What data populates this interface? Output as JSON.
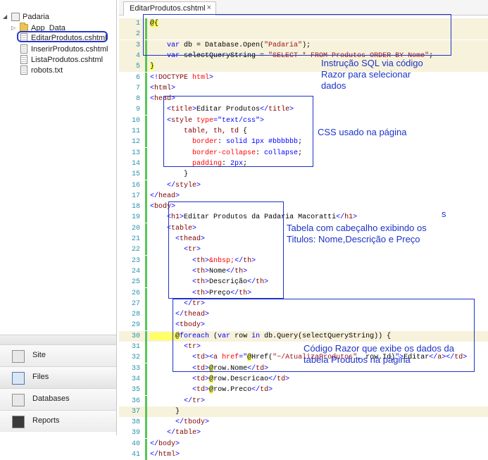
{
  "tree": {
    "root": "Padaria",
    "items": [
      {
        "label": "App_Data",
        "icon": "folder-icon"
      },
      {
        "label": "EditarProdutos.cshtml",
        "icon": "file-icon"
      },
      {
        "label": "InserirProdutos.cshtml",
        "icon": "file-icon"
      },
      {
        "label": "ListaProdutos.cshtml",
        "icon": "file-icon"
      },
      {
        "label": "robots.txt",
        "icon": "file-icon"
      }
    ]
  },
  "nav": [
    {
      "label": "Site",
      "icon": "site-icon"
    },
    {
      "label": "Files",
      "icon": "files-icon"
    },
    {
      "label": "Databases",
      "icon": "database-icon"
    },
    {
      "label": "Reports",
      "icon": "reports-icon"
    }
  ],
  "tab": {
    "label": "EditarProdutos.cshtml",
    "close": "×"
  },
  "code_lines": [
    {
      "n": "1",
      "segs": [
        {
          "c": "t-razor",
          "t": "@{"
        }
      ]
    },
    {
      "n": "2",
      "segs": [
        {
          "c": "t-plain",
          "t": " "
        }
      ]
    },
    {
      "n": "3",
      "segs": [
        {
          "c": "t-kw",
          "t": "    var"
        },
        {
          "c": "t-plain",
          "t": " db = Database.Open("
        },
        {
          "c": "t-str",
          "t": "\"Padaria\""
        },
        {
          "c": "t-plain",
          "t": ");"
        }
      ]
    },
    {
      "n": "4",
      "segs": [
        {
          "c": "t-kw",
          "t": "    var"
        },
        {
          "c": "t-plain",
          "t": " selectQueryString = "
        },
        {
          "c": "t-str",
          "t": "\"SELECT * FROM Produtos ORDER BY Nome\""
        },
        {
          "c": "t-plain",
          "t": ";"
        }
      ]
    },
    {
      "n": "5",
      "segs": [
        {
          "c": "t-razor",
          "t": "}"
        }
      ]
    },
    {
      "n": "6",
      "segs": [
        {
          "c": "t-val",
          "t": "<!"
        },
        {
          "c": "t-tag",
          "t": "DOCTYPE"
        },
        {
          "c": "t-attr",
          "t": " html"
        },
        {
          "c": "t-val",
          "t": ">"
        }
      ]
    },
    {
      "n": "7",
      "segs": [
        {
          "c": "t-val",
          "t": "<"
        },
        {
          "c": "t-tag",
          "t": "html"
        },
        {
          "c": "t-val",
          "t": ">"
        }
      ]
    },
    {
      "n": "8",
      "segs": [
        {
          "c": "t-val",
          "t": "<"
        },
        {
          "c": "t-tag",
          "t": "head"
        },
        {
          "c": "t-val",
          "t": ">"
        }
      ]
    },
    {
      "n": "9",
      "segs": [
        {
          "c": "t-val",
          "t": "    <"
        },
        {
          "c": "t-tag",
          "t": "title"
        },
        {
          "c": "t-val",
          "t": ">"
        },
        {
          "c": "t-plain",
          "t": "Editar Produtos"
        },
        {
          "c": "t-val",
          "t": "</"
        },
        {
          "c": "t-tag",
          "t": "title"
        },
        {
          "c": "t-val",
          "t": ">"
        }
      ]
    },
    {
      "n": "10",
      "segs": [
        {
          "c": "t-val",
          "t": "    <"
        },
        {
          "c": "t-tag",
          "t": "style"
        },
        {
          "c": "t-attr",
          "t": " type"
        },
        {
          "c": "t-val",
          "t": "=\"text/css\">"
        }
      ]
    },
    {
      "n": "11",
      "segs": [
        {
          "c": "t-tag",
          "t": "        table, th, td"
        },
        {
          "c": "t-plain",
          "t": " {"
        }
      ]
    },
    {
      "n": "12",
      "segs": [
        {
          "c": "t-attr",
          "t": "          border"
        },
        {
          "c": "t-plain",
          "t": ": "
        },
        {
          "c": "t-val",
          "t": "solid 1px #bbbbbb"
        },
        {
          "c": "t-plain",
          "t": ";"
        }
      ]
    },
    {
      "n": "13",
      "segs": [
        {
          "c": "t-attr",
          "t": "          border-collapse"
        },
        {
          "c": "t-plain",
          "t": ": "
        },
        {
          "c": "t-val",
          "t": "collapse"
        },
        {
          "c": "t-plain",
          "t": ";"
        }
      ]
    },
    {
      "n": "14",
      "segs": [
        {
          "c": "t-attr",
          "t": "          padding"
        },
        {
          "c": "t-plain",
          "t": ": "
        },
        {
          "c": "t-val",
          "t": "2px"
        },
        {
          "c": "t-plain",
          "t": ";"
        }
      ]
    },
    {
      "n": "15",
      "segs": [
        {
          "c": "t-plain",
          "t": "        }"
        }
      ]
    },
    {
      "n": "16",
      "segs": [
        {
          "c": "t-val",
          "t": "    </"
        },
        {
          "c": "t-tag",
          "t": "style"
        },
        {
          "c": "t-val",
          "t": ">"
        }
      ]
    },
    {
      "n": "17",
      "segs": [
        {
          "c": "t-val",
          "t": "</"
        },
        {
          "c": "t-tag",
          "t": "head"
        },
        {
          "c": "t-val",
          "t": ">"
        }
      ]
    },
    {
      "n": "18",
      "segs": [
        {
          "c": "t-val",
          "t": "<"
        },
        {
          "c": "t-tag",
          "t": "body"
        },
        {
          "c": "t-val",
          "t": ">"
        }
      ]
    },
    {
      "n": "19",
      "segs": [
        {
          "c": "t-val",
          "t": "    <"
        },
        {
          "c": "t-tag",
          "t": "h1"
        },
        {
          "c": "t-val",
          "t": ">"
        },
        {
          "c": "t-plain",
          "t": "Editar Produtos da Padaria Macoratti"
        },
        {
          "c": "t-val",
          "t": "</"
        },
        {
          "c": "t-tag",
          "t": "h1"
        },
        {
          "c": "t-val",
          "t": ">"
        }
      ]
    },
    {
      "n": "20",
      "segs": [
        {
          "c": "t-val",
          "t": "    <"
        },
        {
          "c": "t-tag",
          "t": "table"
        },
        {
          "c": "t-val",
          "t": ">"
        }
      ]
    },
    {
      "n": "21",
      "segs": [
        {
          "c": "t-val",
          "t": "      <"
        },
        {
          "c": "t-tag",
          "t": "thead"
        },
        {
          "c": "t-val",
          "t": ">"
        }
      ]
    },
    {
      "n": "22",
      "segs": [
        {
          "c": "t-val",
          "t": "        <"
        },
        {
          "c": "t-tag",
          "t": "tr"
        },
        {
          "c": "t-val",
          "t": ">"
        }
      ]
    },
    {
      "n": "23",
      "segs": [
        {
          "c": "t-val",
          "t": "          <"
        },
        {
          "c": "t-tag",
          "t": "th"
        },
        {
          "c": "t-val",
          "t": ">"
        },
        {
          "c": "t-attr",
          "t": "&nbsp;"
        },
        {
          "c": "t-val",
          "t": "</"
        },
        {
          "c": "t-tag",
          "t": "th"
        },
        {
          "c": "t-val",
          "t": ">"
        }
      ]
    },
    {
      "n": "24",
      "segs": [
        {
          "c": "t-val",
          "t": "          <"
        },
        {
          "c": "t-tag",
          "t": "th"
        },
        {
          "c": "t-val",
          "t": ">"
        },
        {
          "c": "t-plain",
          "t": "Nome"
        },
        {
          "c": "t-val",
          "t": "</"
        },
        {
          "c": "t-tag",
          "t": "th"
        },
        {
          "c": "t-val",
          "t": ">"
        }
      ]
    },
    {
      "n": "25",
      "segs": [
        {
          "c": "t-val",
          "t": "          <"
        },
        {
          "c": "t-tag",
          "t": "th"
        },
        {
          "c": "t-val",
          "t": ">"
        },
        {
          "c": "t-plain",
          "t": "Descrição"
        },
        {
          "c": "t-val",
          "t": "</"
        },
        {
          "c": "t-tag",
          "t": "th"
        },
        {
          "c": "t-val",
          "t": ">"
        }
      ]
    },
    {
      "n": "26",
      "segs": [
        {
          "c": "t-val",
          "t": "          <"
        },
        {
          "c": "t-tag",
          "t": "th"
        },
        {
          "c": "t-val",
          "t": ">"
        },
        {
          "c": "t-plain",
          "t": "Preço"
        },
        {
          "c": "t-val",
          "t": "</"
        },
        {
          "c": "t-tag",
          "t": "th"
        },
        {
          "c": "t-val",
          "t": ">"
        }
      ]
    },
    {
      "n": "27",
      "segs": [
        {
          "c": "t-val",
          "t": "        </"
        },
        {
          "c": "t-tag",
          "t": "tr"
        },
        {
          "c": "t-val",
          "t": ">"
        }
      ]
    },
    {
      "n": "28",
      "segs": [
        {
          "c": "t-val",
          "t": "      </"
        },
        {
          "c": "t-tag",
          "t": "thead"
        },
        {
          "c": "t-val",
          "t": ">"
        }
      ]
    },
    {
      "n": "29",
      "segs": [
        {
          "c": "t-val",
          "t": "      <"
        },
        {
          "c": "t-tag",
          "t": "tbody"
        },
        {
          "c": "t-val",
          "t": ">"
        }
      ]
    },
    {
      "n": "30",
      "segs": [
        {
          "c": "t-razor",
          "t": "      @"
        },
        {
          "c": "t-kw",
          "t": "foreach"
        },
        {
          "c": "t-plain",
          "t": " ("
        },
        {
          "c": "t-kw",
          "t": "var"
        },
        {
          "c": "t-plain",
          "t": " row "
        },
        {
          "c": "t-kw",
          "t": "in"
        },
        {
          "c": "t-plain",
          "t": " db.Query(selectQueryString)) {"
        }
      ]
    },
    {
      "n": "31",
      "segs": [
        {
          "c": "t-val",
          "t": "        <"
        },
        {
          "c": "t-tag",
          "t": "tr"
        },
        {
          "c": "t-val",
          "t": ">"
        }
      ]
    },
    {
      "n": "32",
      "segs": [
        {
          "c": "t-val",
          "t": "          <"
        },
        {
          "c": "t-tag",
          "t": "td"
        },
        {
          "c": "t-val",
          "t": "><"
        },
        {
          "c": "t-tag",
          "t": "a"
        },
        {
          "c": "t-attr",
          "t": " href"
        },
        {
          "c": "t-val",
          "t": "=\""
        },
        {
          "c": "t-razor",
          "t": "@"
        },
        {
          "c": "t-plain",
          "t": "Href("
        },
        {
          "c": "t-str",
          "t": "\"~/AtualizaProdutos\""
        },
        {
          "c": "t-plain",
          "t": ", row.Id)"
        },
        {
          "c": "t-val",
          "t": "\">"
        },
        {
          "c": "t-plain",
          "t": "Editar"
        },
        {
          "c": "t-val",
          "t": "</"
        },
        {
          "c": "t-tag",
          "t": "a"
        },
        {
          "c": "t-val",
          "t": "></"
        },
        {
          "c": "t-tag",
          "t": "td"
        },
        {
          "c": "t-val",
          "t": ">"
        }
      ]
    },
    {
      "n": "33",
      "segs": [
        {
          "c": "t-val",
          "t": "          <"
        },
        {
          "c": "t-tag",
          "t": "td"
        },
        {
          "c": "t-val",
          "t": ">"
        },
        {
          "c": "t-razor",
          "t": "@"
        },
        {
          "c": "t-plain",
          "t": "row.Nome"
        },
        {
          "c": "t-val",
          "t": "</"
        },
        {
          "c": "t-tag",
          "t": "td"
        },
        {
          "c": "t-val",
          "t": ">"
        }
      ]
    },
    {
      "n": "34",
      "segs": [
        {
          "c": "t-val",
          "t": "          <"
        },
        {
          "c": "t-tag",
          "t": "td"
        },
        {
          "c": "t-val",
          "t": ">"
        },
        {
          "c": "t-razor",
          "t": "@"
        },
        {
          "c": "t-plain",
          "t": "row.Descricao"
        },
        {
          "c": "t-val",
          "t": "</"
        },
        {
          "c": "t-tag",
          "t": "td"
        },
        {
          "c": "t-val",
          "t": ">"
        }
      ]
    },
    {
      "n": "35",
      "segs": [
        {
          "c": "t-val",
          "t": "          <"
        },
        {
          "c": "t-tag",
          "t": "td"
        },
        {
          "c": "t-val",
          "t": ">"
        },
        {
          "c": "t-razor",
          "t": "@"
        },
        {
          "c": "t-plain",
          "t": "row.Preco"
        },
        {
          "c": "t-val",
          "t": "</"
        },
        {
          "c": "t-tag",
          "t": "td"
        },
        {
          "c": "t-val",
          "t": ">"
        }
      ]
    },
    {
      "n": "36",
      "segs": [
        {
          "c": "t-val",
          "t": "        </"
        },
        {
          "c": "t-tag",
          "t": "tr"
        },
        {
          "c": "t-val",
          "t": ">"
        }
      ]
    },
    {
      "n": "37",
      "segs": [
        {
          "c": "t-plain",
          "t": "      }"
        }
      ]
    },
    {
      "n": "38",
      "segs": [
        {
          "c": "t-val",
          "t": "      </"
        },
        {
          "c": "t-tag",
          "t": "tbody"
        },
        {
          "c": "t-val",
          "t": ">"
        }
      ]
    },
    {
      "n": "39",
      "segs": [
        {
          "c": "t-val",
          "t": "    </"
        },
        {
          "c": "t-tag",
          "t": "table"
        },
        {
          "c": "t-val",
          "t": ">"
        }
      ]
    },
    {
      "n": "40",
      "segs": [
        {
          "c": "t-val",
          "t": "</"
        },
        {
          "c": "t-tag",
          "t": "body"
        },
        {
          "c": "t-val",
          "t": ">"
        }
      ]
    },
    {
      "n": "41",
      "segs": [
        {
          "c": "t-val",
          "t": "</"
        },
        {
          "c": "t-tag",
          "t": "html"
        },
        {
          "c": "t-val",
          "t": ">"
        }
      ]
    }
  ],
  "annotations": {
    "sql": [
      "Instrução SQL via código",
      "Razor para selecionar",
      "dados"
    ],
    "css": [
      "CSS usado na página"
    ],
    "table_head": [
      "Tabela com cabeçalho exibindo os",
      "Titulos: Nome,Descrição e Preço"
    ],
    "razor_loop": [
      "Código Razor que exibe os dados da",
      "tabela Produtos na página"
    ],
    "stray": "s"
  },
  "colors": {
    "annotation": "#1c33c8",
    "line_number": "#2b91af",
    "highlight_line": "#f7f2dc"
  }
}
